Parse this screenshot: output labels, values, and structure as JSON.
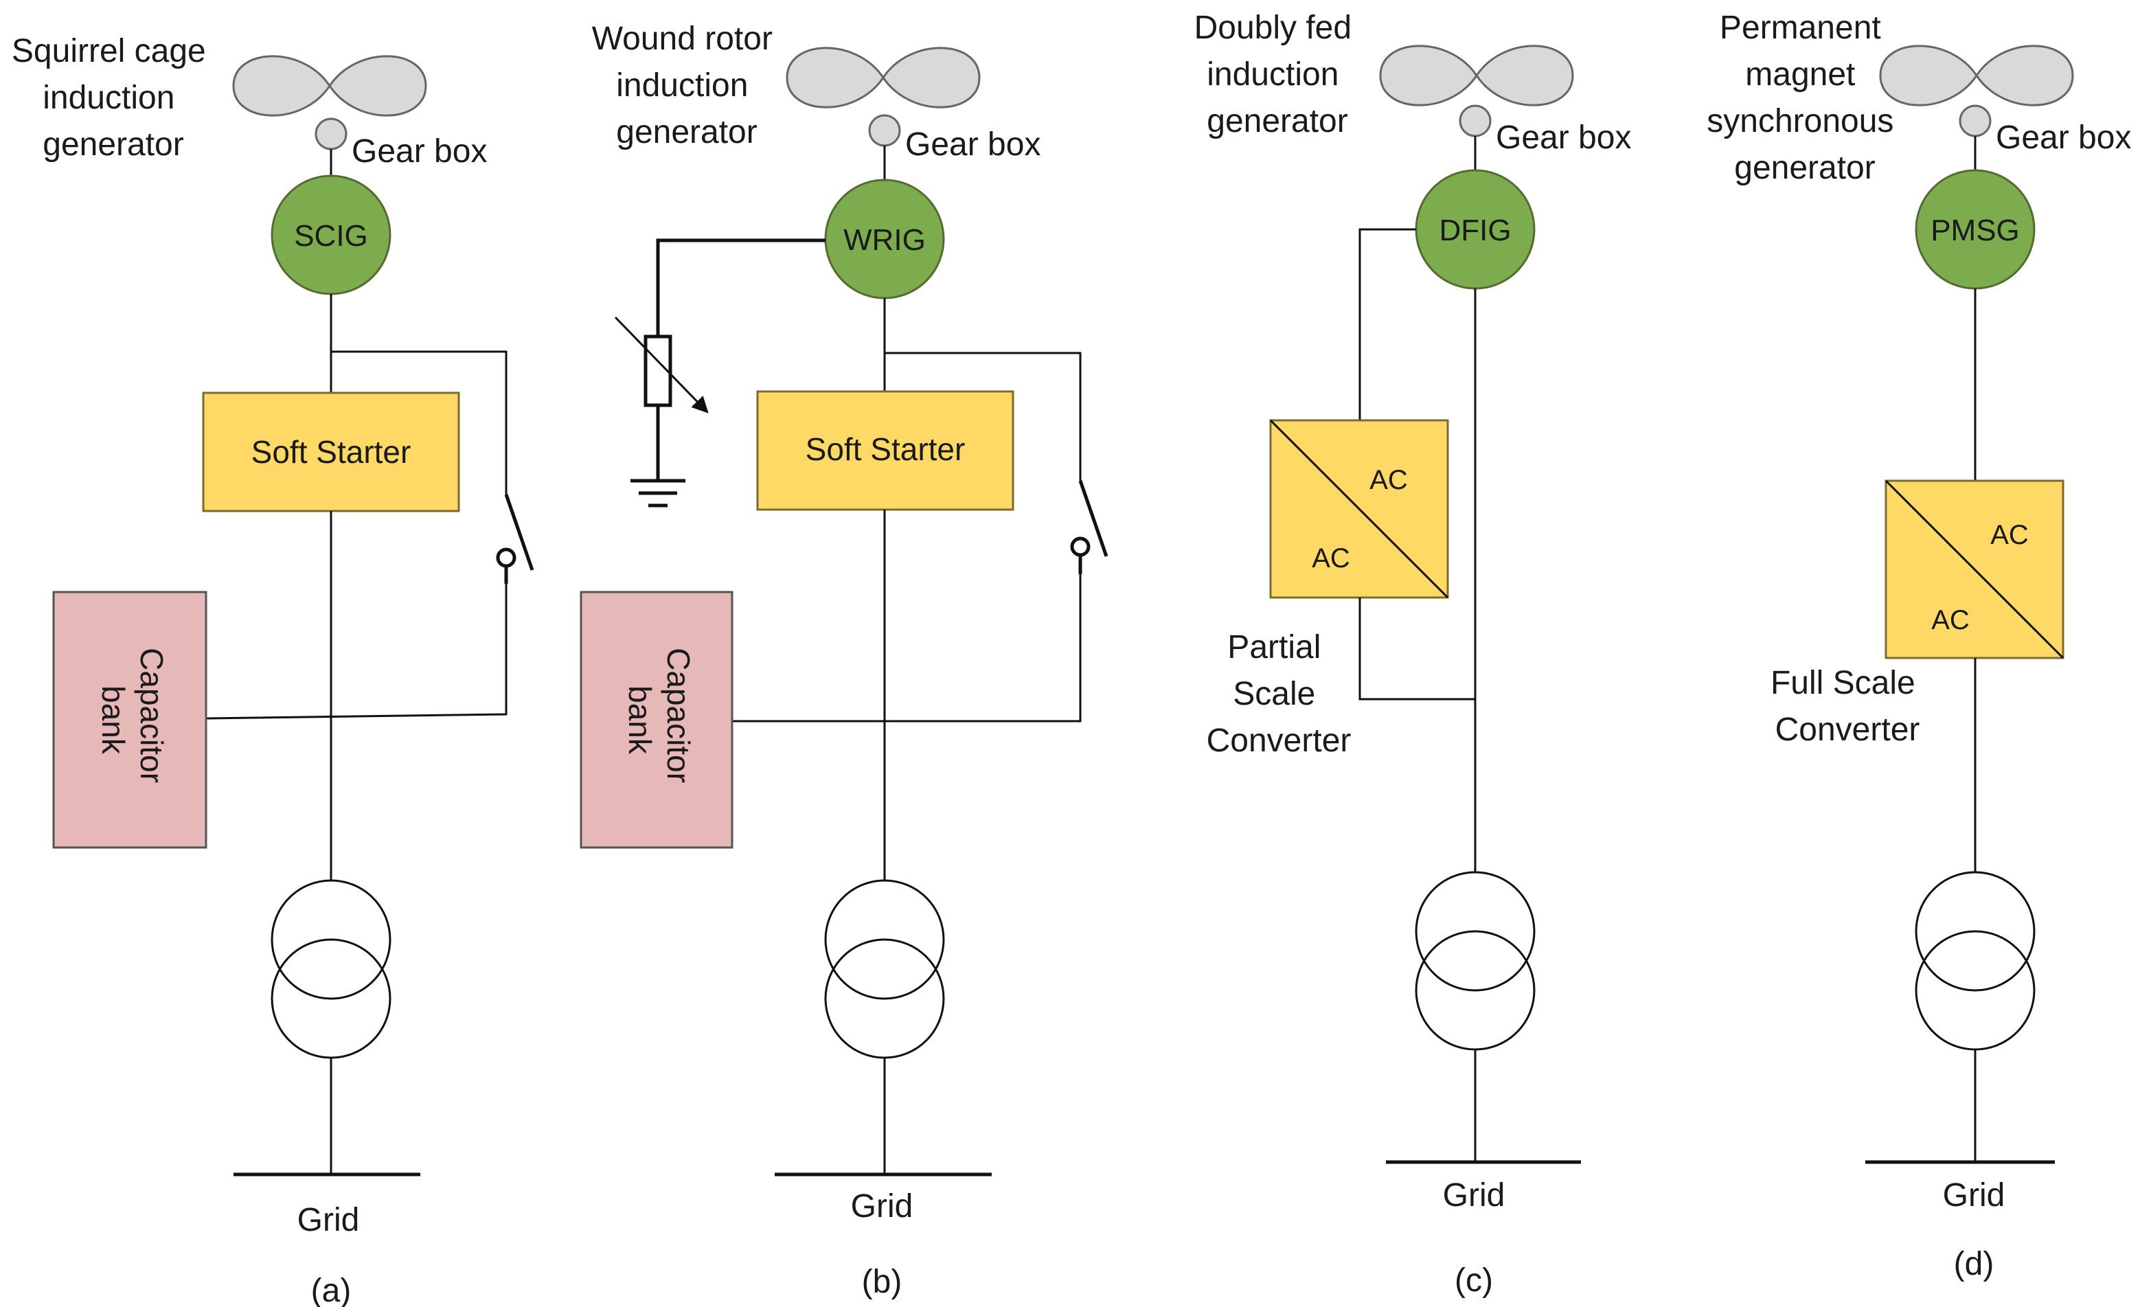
{
  "colors": {
    "blade": "#d9d9d9",
    "generator": "#7cac4e",
    "yellow_box": "#ffd966",
    "capacitor": "#e6b8b7",
    "line": "#111111"
  },
  "panels": {
    "a": {
      "caption": "(a)",
      "title_lines": [
        "Squirrel cage",
        "induction",
        "generator"
      ],
      "gearbox": "Gear box",
      "generator": "SCIG",
      "soft_starter": "Soft Starter",
      "capacitor_lines": [
        "Capacitor",
        "bank"
      ],
      "grid": "Grid"
    },
    "b": {
      "caption": "(b)",
      "title_lines": [
        "Wound rotor",
        "induction",
        "generator"
      ],
      "gearbox": "Gear box",
      "generator": "WRIG",
      "soft_starter": "Soft Starter",
      "capacitor_lines": [
        "Capacitor",
        "bank"
      ],
      "grid": "Grid"
    },
    "c": {
      "caption": "(c)",
      "title_lines": [
        "Doubly fed",
        "induction",
        "generator"
      ],
      "gearbox": "Gear box",
      "generator": "DFIG",
      "converter_in": "AC",
      "converter_out": "AC",
      "converter_lines": [
        "Partial",
        "Scale",
        "Converter"
      ],
      "grid": "Grid"
    },
    "d": {
      "caption": "(d)",
      "title_lines": [
        "Permanent",
        "magnet",
        "synchronous",
        "generator"
      ],
      "gearbox": "Gear box",
      "generator": "PMSG",
      "converter_in": "AC",
      "converter_out": "AC",
      "converter_lines": [
        "Full Scale",
        "Converter"
      ],
      "grid": "Grid"
    }
  }
}
